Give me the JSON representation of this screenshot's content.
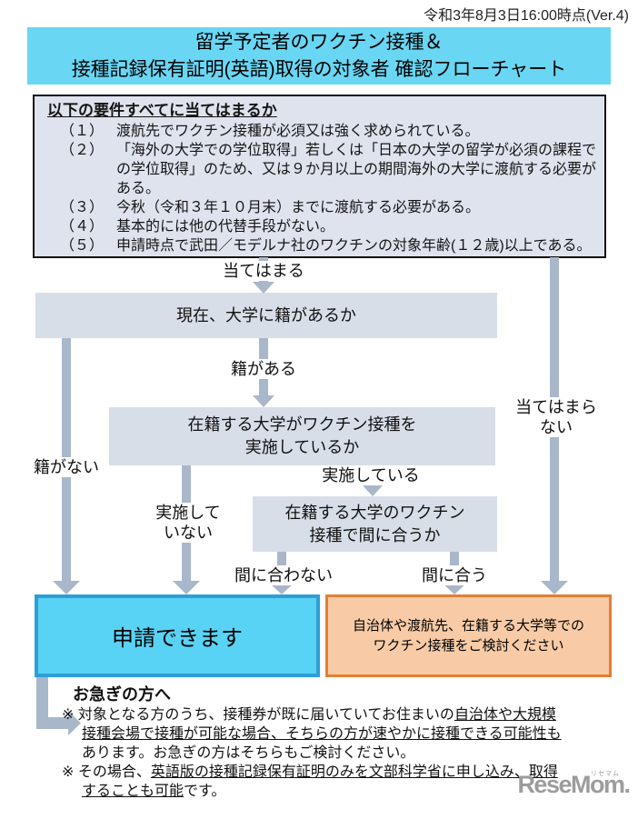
{
  "meta": {
    "date_version": "令和3年8月3日16:00時点(Ver.4)"
  },
  "title": {
    "line1": "留学予定者のワクチン接種＆",
    "line2": "接種記録保有証明(英語)取得の対象者 確認フローチャート"
  },
  "requirements": {
    "heading": "以下の要件すべてに当てはまるか",
    "items": [
      {
        "num": "（１）",
        "text": "渡航先でワクチン接種が必須又は強く求められている。"
      },
      {
        "num": "（２）",
        "text": "「海外の大学での学位取得」若しくは「日本の大学の留学が必須の課程での学位取得」のため、又は９か月以上の期間海外の大学に渡航する必要がある。"
      },
      {
        "num": "（３）",
        "text": "今秋（令和３年１０月末）までに渡航する必要がある。"
      },
      {
        "num": "（４）",
        "text": "基本的には他の代替手段がない。"
      },
      {
        "num": "（５）",
        "text": "申請時点で武田／モデルナ社のワクチンの対象年齢(１２歳)以上である。"
      }
    ]
  },
  "flow": {
    "label_applies": "当てはまる",
    "q1": "現在、大学に籍があるか",
    "label_enrolled": "籍がある",
    "label_not_enrolled": "籍がない",
    "q2_line1": "在籍する大学がワクチン接種を",
    "q2_line2": "実施しているか",
    "label_implementing": "実施している",
    "label_not_implementing_line1": "実施して",
    "label_not_implementing_line2": "いない",
    "q3_line1": "在籍する大学のワクチン",
    "q3_line2": "接種で間に合うか",
    "label_not_in_time": "間に合わない",
    "label_in_time": "間に合う",
    "label_not_applicable_line1": "当てはまら",
    "label_not_applicable_line2": "ない",
    "result_apply": "申請できます",
    "result_other_line1": "自治体や渡航先、在籍する大学等での",
    "result_other_line2": "ワクチン接種をご検討ください"
  },
  "notes": {
    "heading": "お急ぎの方へ",
    "n1_l1_plain": "※ 対象となる方のうち、接種券が既に届いていてお住まいの",
    "n1_l1_underline": "自治体や大規模",
    "n1_l2_underline": "接種会場で接種が可能な場合、そちらの方が速やかに接種できる可能性も",
    "n1_l3": "あります。お急ぎの方はそちらもご検討ください。",
    "n2_l1_plain": "※ その場合、",
    "n2_l1_underline": "英語版の接種記録保有証明のみを文部科学省に申し込み、取得",
    "n2_l2_underline": "することも可能",
    "n2_l2_plain": "です。"
  },
  "logo": {
    "text": "ReseMom",
    "ruby": "リセマム",
    "suffix": "."
  },
  "colors": {
    "title_bg": "#69d6f3",
    "requirements_bg": "#dee3ee",
    "flow_box_bg": "#d8dee8",
    "arrow": "#a9b7cb",
    "apply_bg": "#58d3f5",
    "apply_border": "#2e9fd6",
    "other_bg": "#f8cba6",
    "other_border": "#e57e33",
    "logo_gray": "#9c9c9c"
  }
}
